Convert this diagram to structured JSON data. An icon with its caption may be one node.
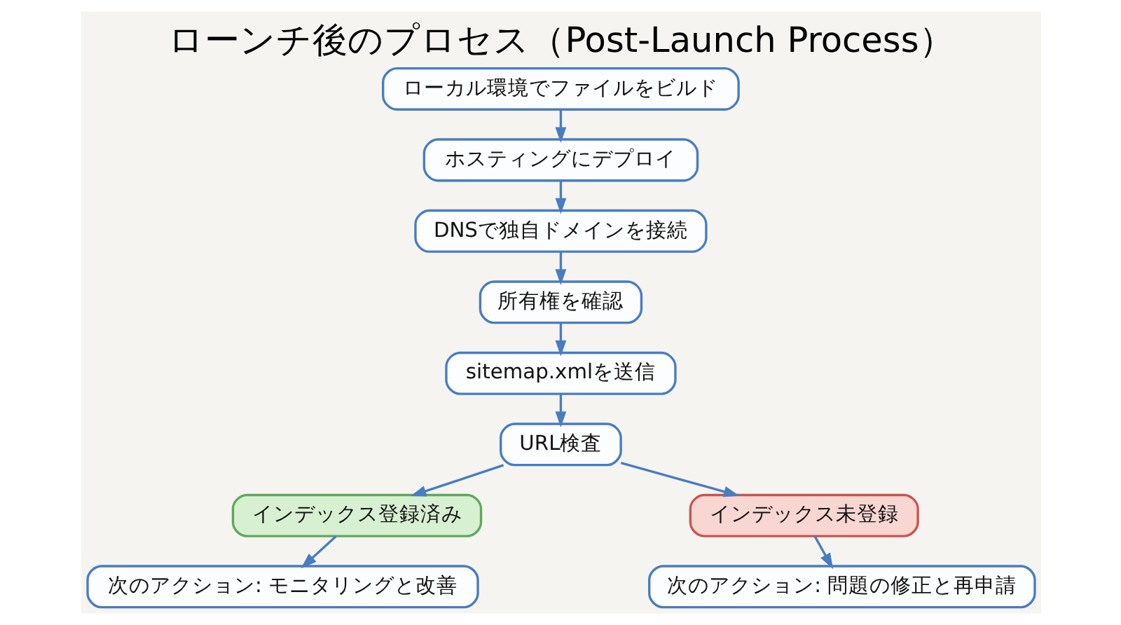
{
  "diagram": {
    "title": "ローンチ後のプロセス（Post-Launch Process）",
    "nodes": [
      {
        "text": [
          "ローカル環境でファイルをビルド"
        ]
      },
      {
        "text": [
          "ホスティングにデプロイ"
        ]
      },
      {
        "text": [
          "DNSで独自ドメインを接続"
        ]
      },
      {
        "text": [
          "所有権を確認"
        ]
      },
      {
        "text": [
          "sitemap.xmlを送信"
        ]
      },
      {
        "text": [
          "URL検査"
        ]
      },
      {
        "text": [
          "インデックス登録済み"
        ]
      },
      {
        "text": [
          "インデックス未登録"
        ]
      },
      {
        "text": [
          "次のアクション: モニタリングと改善"
        ]
      },
      {
        "text": [
          "次のアクション: 問題の修正と再申請"
        ]
      }
    ],
    "edges": [
      {
        "from": 0,
        "to": 1,
        "arrow": "to"
      },
      {
        "from": 1,
        "to": 2,
        "arrow": "to"
      },
      {
        "from": 2,
        "to": 3,
        "arrow": "to"
      },
      {
        "from": 3,
        "to": 4,
        "arrow": "to"
      },
      {
        "from": 4,
        "to": 5,
        "arrow": "to"
      },
      {
        "from": 5,
        "to": 6,
        "arrow": "to"
      },
      {
        "from": 5,
        "to": 7,
        "arrow": "to"
      },
      {
        "from": 6,
        "to": 8,
        "arrow": "to"
      },
      {
        "from": 7,
        "to": 9,
        "arrow": "to"
      }
    ]
  }
}
